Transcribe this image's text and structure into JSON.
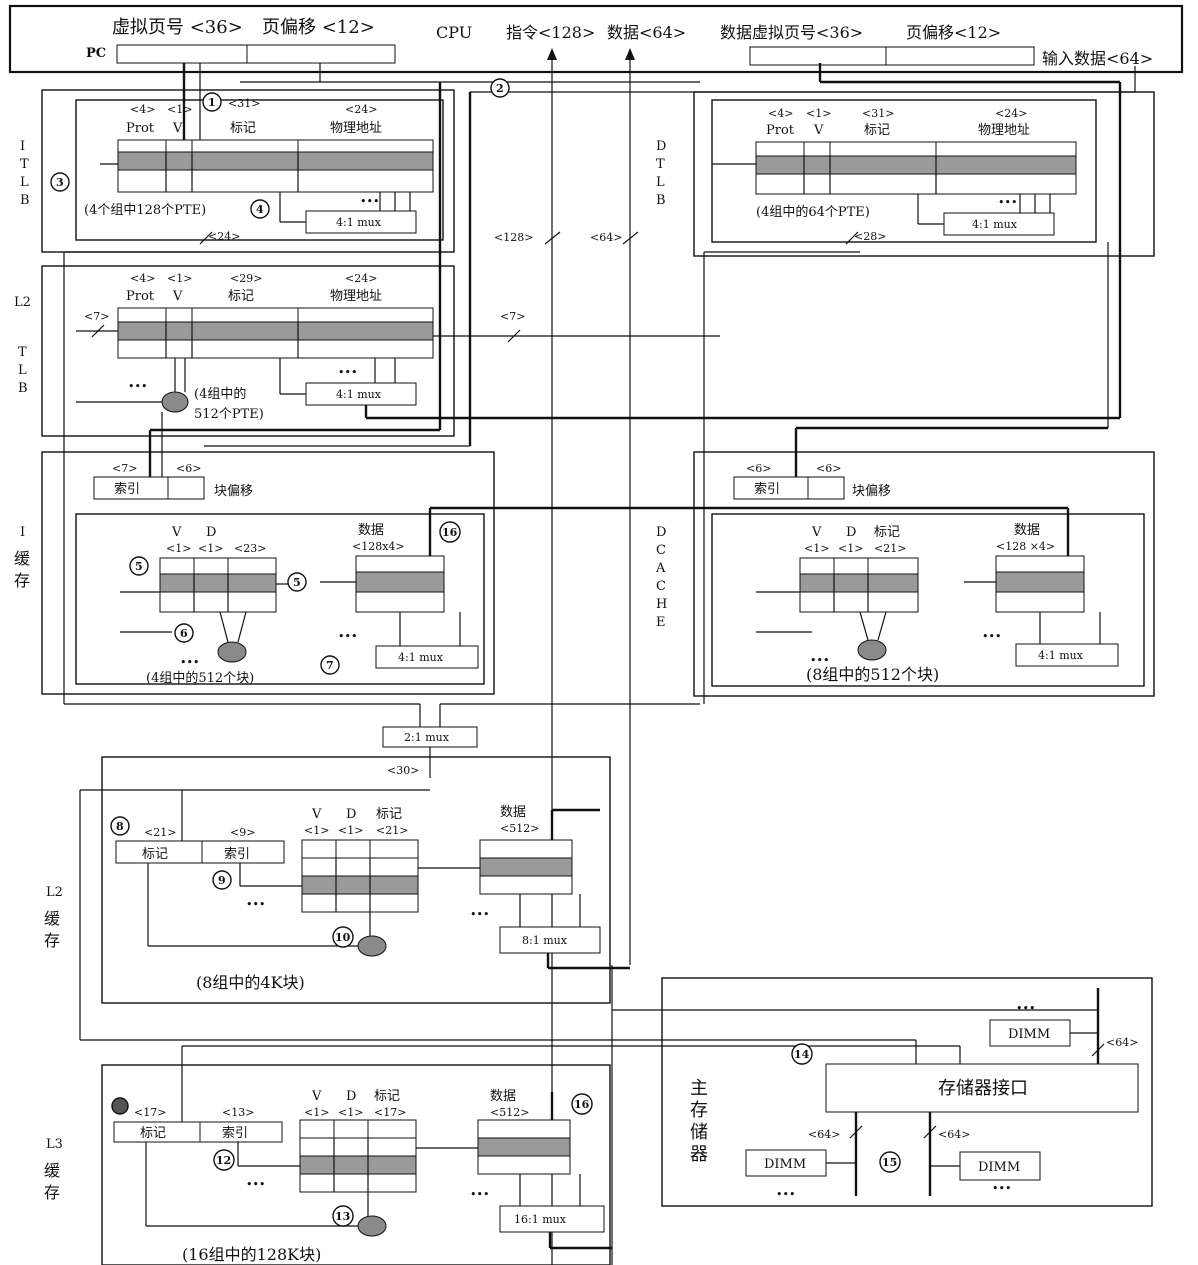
{
  "cpu": {
    "virtual_page": "虚拟页号 <36>",
    "page_offset": "页偏移 <12>",
    "pc": "PC",
    "cpu_label": "CPU",
    "instruction": "指令<128>",
    "data": "数据<64>",
    "data_virtual_page": "数据虚拟页号<36>",
    "data_page_offset": "页偏移<12>",
    "input_data": "输入数据<64>"
  },
  "steps": [
    "1",
    "2",
    "3",
    "4",
    "5",
    "5",
    "6",
    "7",
    "8",
    "9",
    "10",
    "12",
    "13",
    "14",
    "15",
    "16",
    "16"
  ],
  "itlb": {
    "side": [
      "I",
      "T",
      "L",
      "B"
    ],
    "widths": [
      "<4>",
      "<1>",
      "<31>",
      "<24>"
    ],
    "fields": [
      "Prot",
      "V",
      "标记",
      "物理地址"
    ],
    "caption": "(4个组中128个PTE)",
    "mux": "4:1 mux",
    "out": "<24>"
  },
  "l2tlb": {
    "side": [
      "L2",
      "T",
      "L",
      "B"
    ],
    "widths": [
      "<4>",
      "<1>",
      "<29>",
      "<24>"
    ],
    "fields": [
      "Prot",
      "V",
      "标记",
      "物理地址"
    ],
    "index_left": "<7>",
    "index_right": "<7>",
    "caption1": "(4组中的",
    "caption2": "512个PTE)",
    "mux": "4:1 mux",
    "dots": "•••"
  },
  "dtlb": {
    "side": [
      "D",
      "T",
      "L",
      "B"
    ],
    "widths": [
      "<4>",
      "<1>",
      "<31>",
      "<24>"
    ],
    "fields": [
      "Prot",
      "V",
      "标记",
      "物理地址"
    ],
    "caption": "(4组中的64个PTE)",
    "mux": "4:1 mux",
    "out": "<28>"
  },
  "bus": {
    "instr": "<128>",
    "data": "<64>"
  },
  "icache": {
    "side": [
      "I",
      "缓",
      "存"
    ],
    "w_index": "<7>",
    "w_offset": "<6>",
    "index": "索引",
    "offset": "块偏移",
    "vd_labels": [
      "V",
      "D"
    ],
    "vd_widths": [
      "<1>",
      "<1>",
      "<23>"
    ],
    "data_label": "数据",
    "data_width": "<128x4>",
    "caption": "(4组中的512个块)",
    "mux": "4:1 mux",
    "dots": "•••"
  },
  "dcache": {
    "side": [
      "D",
      "C",
      "A",
      "C",
      "H",
      "E"
    ],
    "w_index": "<6>",
    "w_offset": "<6>",
    "index": "索引",
    "offset": "块偏移",
    "vd_labels": [
      "V",
      "D",
      "标记"
    ],
    "vd_widths": [
      "<1>",
      "<1>",
      "<21>"
    ],
    "data_label": "数据",
    "data_width": "<128 ×4>",
    "caption": "(8组中的512个块)",
    "mux": "4:1 mux",
    "dots": "•••"
  },
  "mux21": {
    "label": "2:1 mux",
    "width": "<30>"
  },
  "l2cache": {
    "side": [
      "L2",
      "缓",
      "存"
    ],
    "w_tag": "<21>",
    "w_index": "<9>",
    "tag": "标记",
    "index": "索引",
    "vd_labels": [
      "V",
      "D",
      "标记"
    ],
    "vd_widths": [
      "<1>",
      "<1>",
      "<21>"
    ],
    "data_label": "数据",
    "data_width": "<512>",
    "caption": "(8组中的4K块)",
    "mux": "8:1 mux",
    "dots": "•••"
  },
  "l3cache": {
    "side": [
      "L3",
      "缓",
      "存"
    ],
    "w_tag": "<17>",
    "w_index": "<13>",
    "tag": "标记",
    "index": "索引",
    "vd_labels": [
      "V",
      "D",
      "标记"
    ],
    "vd_widths": [
      "<1>",
      "<1>",
      "<17>"
    ],
    "data_label": "数据",
    "data_width": "<512>",
    "caption": "(16组中的128K块)",
    "mux": "16:1 mux",
    "dots": "•••"
  },
  "memory": {
    "side": [
      "主",
      "存",
      "储",
      "器"
    ],
    "interface": "存储器接口",
    "dimm": "DIMM",
    "width": "<64>",
    "dots": "•••"
  }
}
